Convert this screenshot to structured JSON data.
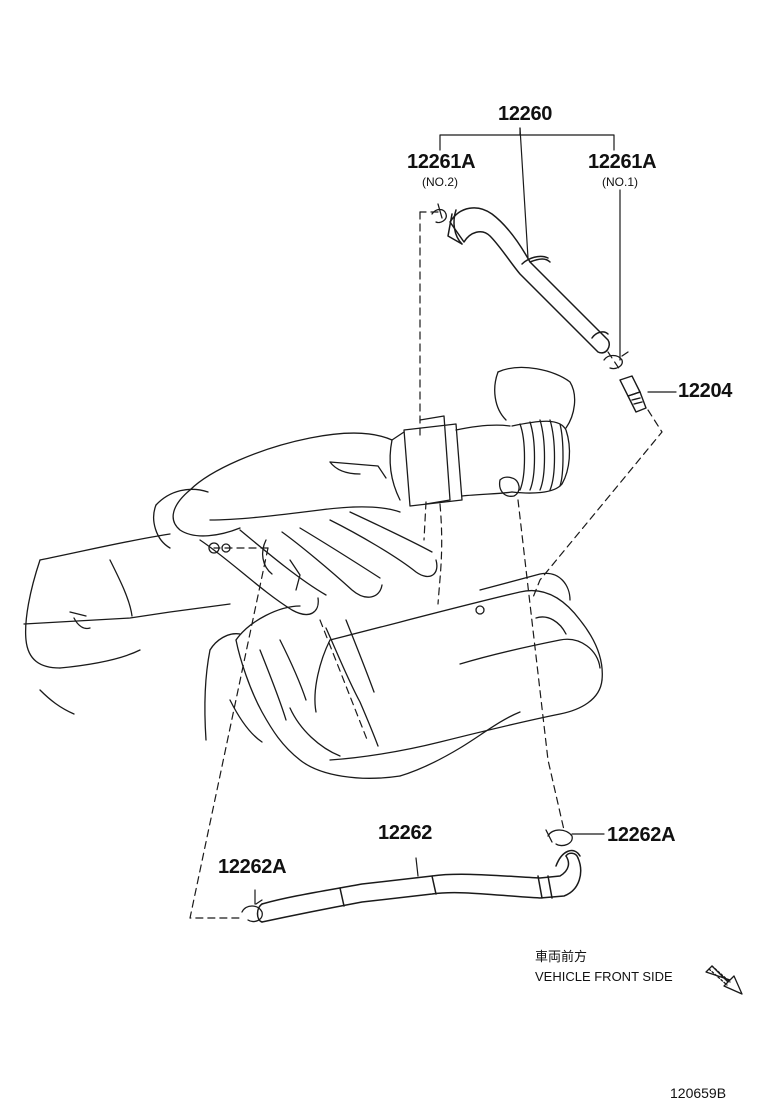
{
  "diagram": {
    "figure_number": "120659B",
    "parts": [
      {
        "id": "hose-assembly",
        "number": "12260",
        "sub": ""
      },
      {
        "id": "clamp-no2",
        "number": "12261A",
        "sub": "(NO.2)"
      },
      {
        "id": "clamp-no1",
        "number": "12261A",
        "sub": "(NO.1)"
      },
      {
        "id": "pcv-valve",
        "number": "12204",
        "sub": ""
      },
      {
        "id": "ventilation-hose",
        "number": "12262",
        "sub": ""
      },
      {
        "id": "clamp-right",
        "number": "12262A",
        "sub": ""
      },
      {
        "id": "clamp-left",
        "number": "12262A",
        "sub": ""
      }
    ],
    "direction": {
      "japanese": "車両前方",
      "english": "VEHICLE FRONT SIDE",
      "icon": "arrow-down-right-icon"
    },
    "colors": {
      "line": "#1a1a1a",
      "background": "#ffffff"
    }
  }
}
